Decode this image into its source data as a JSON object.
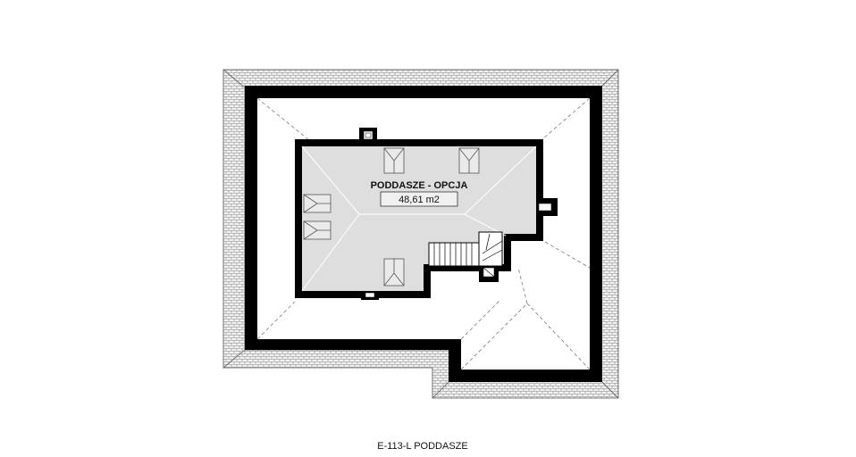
{
  "room": {
    "name": "PODDASZE - OPCJA",
    "area": "48,61 m2"
  },
  "caption": "E-113-L PODDASZE",
  "colors": {
    "wall": "#000000",
    "floor": "#dedede",
    "roof_eave": "#8a8a8a",
    "hip_line": "#777777"
  },
  "icons": {
    "skylight": "rectangle-with-diagonal",
    "chimney": "small-square-duct",
    "stairs": "stair-flight"
  }
}
